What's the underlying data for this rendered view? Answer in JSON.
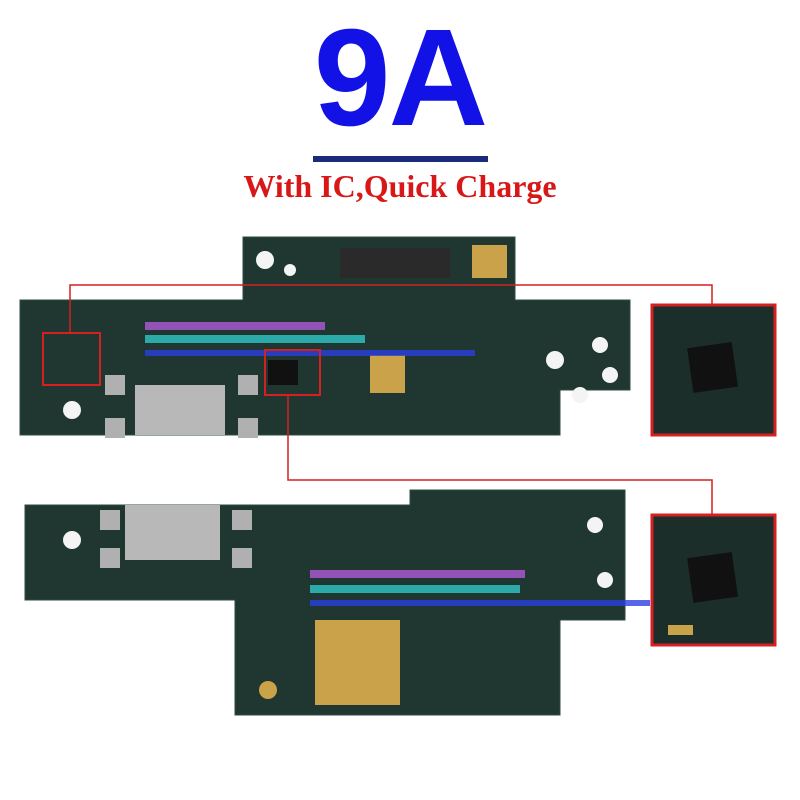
{
  "header": {
    "title": "9A",
    "subtitle": "With IC,Quick Charge"
  },
  "colors": {
    "title": "#1212e6",
    "subtitle": "#d81818",
    "underline": "#1b2a7a",
    "pcb": "#1f3631",
    "highlight_box": "#d42020"
  },
  "images": {
    "top_board": "charging-port-pcb-front",
    "bottom_board": "charging-port-pcb-back",
    "inset_top": "ic-closeup",
    "inset_bottom": "ic-closeup"
  }
}
